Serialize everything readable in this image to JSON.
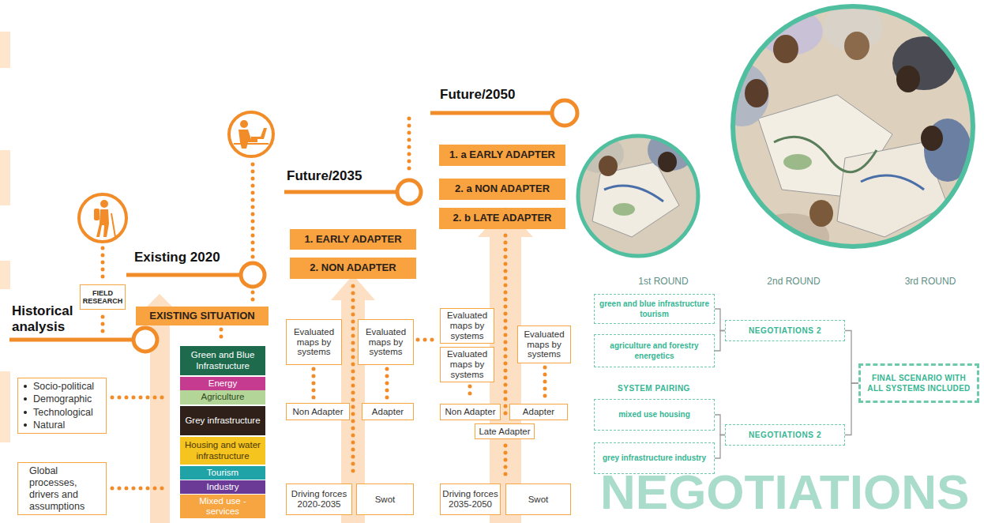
{
  "diagram": {
    "nodes": [
      {
        "text": [
          "FIELD RESEARCH"
        ]
      },
      {
        "text": [
          "EXISTING SITUATION"
        ]
      },
      {
        "text": [
          "Socio-political",
          "Demographic",
          "Technological",
          "Natural"
        ]
      },
      {
        "text": [
          "Global processes, drivers and assumptions"
        ]
      },
      {
        "text": [
          "Green and Blue Infrastructure"
        ]
      },
      {
        "text": [
          "Energy"
        ]
      },
      {
        "text": [
          "Agriculture"
        ]
      },
      {
        "text": [
          "Grey infrastructure"
        ]
      },
      {
        "text": [
          "Housing and water infrastructure"
        ]
      },
      {
        "text": [
          "Tourism"
        ]
      },
      {
        "text": [
          "Industry"
        ]
      },
      {
        "text": [
          "Mixed use - services"
        ]
      },
      {
        "text": [
          "1. EARLY ADAPTER"
        ]
      },
      {
        "text": [
          "2. NON ADAPTER"
        ]
      },
      {
        "text": [
          "Evaluated maps by systems"
        ]
      },
      {
        "text": [
          "Evaluated maps by systems"
        ]
      },
      {
        "text": [
          "Non Adapter"
        ]
      },
      {
        "text": [
          "Adapter"
        ]
      },
      {
        "text": [
          "Driving forces 2020-2035"
        ]
      },
      {
        "text": [
          "Swot"
        ]
      },
      {
        "text": [
          "1. a EARLY ADAPTER"
        ]
      },
      {
        "text": [
          "2. a NON ADAPTER"
        ]
      },
      {
        "text": [
          "2. b LATE ADAPTER"
        ]
      },
      {
        "text": [
          "Evaluated maps by systems"
        ]
      },
      {
        "text": [
          "Evaluated maps by systems"
        ]
      },
      {
        "text": [
          "Evaluated maps by systems"
        ]
      },
      {
        "text": [
          "Non Adapter"
        ]
      },
      {
        "text": [
          "Adapter"
        ]
      },
      {
        "text": [
          "Late Adapter"
        ]
      },
      {
        "text": [
          "Driving forces 2035-2050"
        ]
      },
      {
        "text": [
          "Swot"
        ]
      },
      {
        "text": [
          "green and blue infrastructure tourism"
        ]
      },
      {
        "text": [
          "agriculture and forestry energetics"
        ]
      },
      {
        "text": [
          "mixed use housing"
        ]
      },
      {
        "text": [
          "grey infrastructure industry"
        ]
      },
      {
        "text": [
          "NEGOTIATIONS 2"
        ]
      },
      {
        "text": [
          "NEGOTIATIONS 2"
        ]
      },
      {
        "text": [
          "FINAL SCENARIO WITH ALL SYSTEMS INCLUDED"
        ]
      }
    ],
    "edges": [
      {
        "from": 1,
        "to": 4,
        "arrow": "none"
      },
      {
        "from": 14,
        "to": 16,
        "arrow": "none"
      },
      {
        "from": 15,
        "to": 17,
        "arrow": "none"
      },
      {
        "from": 15,
        "to": 23,
        "arrow": "none"
      },
      {
        "from": 24,
        "to": 26,
        "arrow": "none"
      },
      {
        "from": 25,
        "to": 27,
        "arrow": "none"
      },
      {
        "from": 31,
        "to": 35,
        "arrow": "none"
      },
      {
        "from": 32,
        "to": 35,
        "arrow": "none"
      },
      {
        "from": 33,
        "to": 36,
        "arrow": "none"
      },
      {
        "from": 34,
        "to": 36,
        "arrow": "none"
      },
      {
        "from": 35,
        "to": 37,
        "arrow": "none"
      },
      {
        "from": 36,
        "to": 37,
        "arrow": "none"
      }
    ],
    "labels": [
      "Historical analysis",
      "Existing 2020",
      "Future/2035",
      "Future/2050",
      "1st ROUND",
      "2nd ROUND",
      "3rd ROUND",
      "SYSTEM PAIRING",
      "NEGOTIATIONS"
    ]
  }
}
